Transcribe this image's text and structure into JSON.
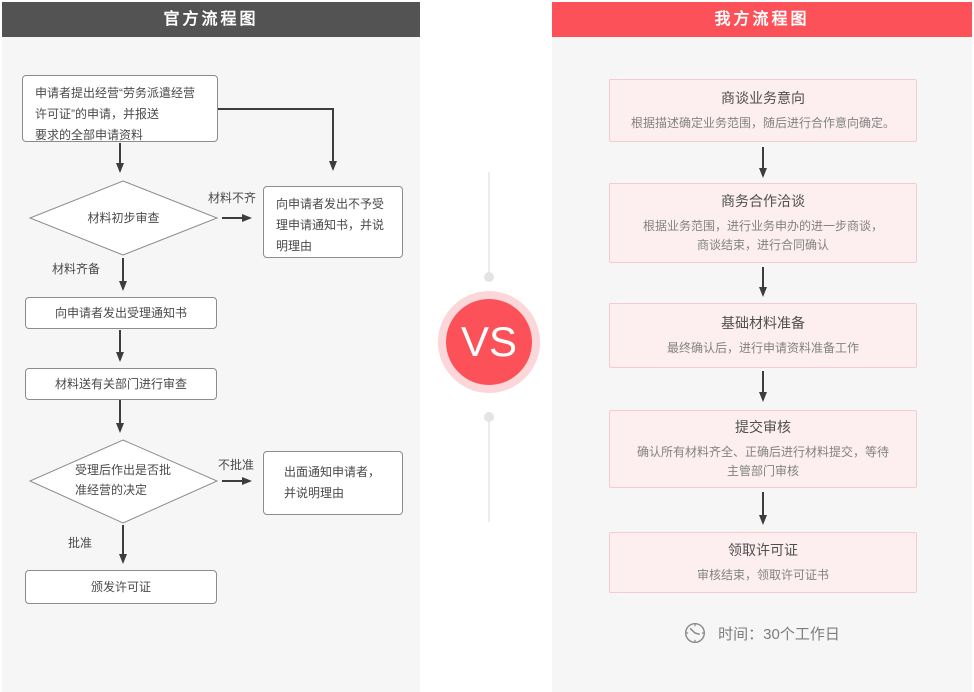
{
  "left": {
    "header": "官方流程图",
    "nodes": {
      "start": "申请者提出经营“劳务派遣经营\n许可证”的申请，并报送\n要求的全部申请资料",
      "initial_review": "材料初步审查",
      "reject_notice": "向申请者发出不予受\n理申请通知书，并说\n明理由",
      "accept_notice": "向申请者发出受理通知书",
      "dept_review": "材料送有关部门进行审查",
      "decision": "受理后作出是否批\n准经营的决定",
      "notify_reject": "出面通知申请者，\n并说明理由",
      "issue": "颁发许可证"
    },
    "labels": {
      "incomplete": "材料不齐",
      "complete": "材料齐备",
      "not_approved": "不批准",
      "approved": "批准"
    }
  },
  "vs": {
    "label": "VS"
  },
  "right": {
    "header": "我方流程图",
    "steps": [
      {
        "title": "商谈业务意向",
        "desc": "根据描述确定业务范围，随后进行合作意向确定。"
      },
      {
        "title": "商务合作洽谈",
        "desc": "根据业务范围，进行业务申办的进一步商谈，\n商谈结束，进行合同确认"
      },
      {
        "title": "基础材料准备",
        "desc": "最终确认后，进行申请资料准备工作"
      },
      {
        "title": "提交审核",
        "desc": "确认所有材料齐全、正确后进行材料提交，等待\n主管部门审核"
      },
      {
        "title": "领取许可证",
        "desc": "审核结束，领取许可证书"
      }
    ],
    "time_note": "时间：30个工作日"
  },
  "colors": {
    "accent_red": "#fc5158",
    "header_gray": "#535353",
    "panel_bg": "#f6f6f6",
    "pink_box_bg": "#fdeef0",
    "pink_box_border": "#f6cbcf",
    "flow_line": "#3d3d3d",
    "node_border": "#8c8c8c"
  }
}
